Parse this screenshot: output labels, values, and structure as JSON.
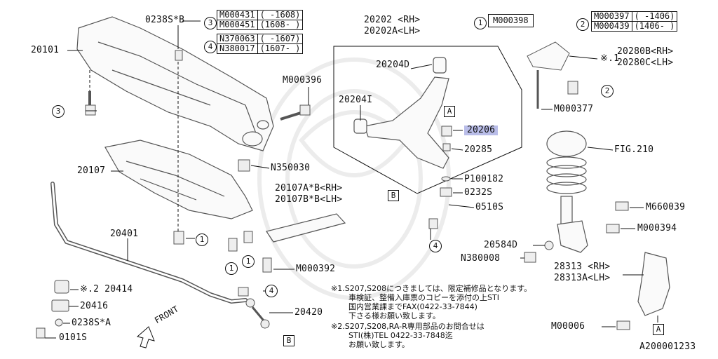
{
  "legend": {
    "n3": "3",
    "n4": "4",
    "n1": "1",
    "n2": "2",
    "t3": [
      [
        "M000431",
        "( -1608)"
      ],
      [
        "M000451",
        "(1608- )"
      ]
    ],
    "t4": [
      [
        "N370063",
        "( -1607)"
      ],
      [
        "N380017",
        "(1607- )"
      ]
    ],
    "t1": [
      "M000398"
    ],
    "t2": [
      [
        "M000397",
        "( -1406)"
      ],
      [
        "M000439",
        "(1406- )"
      ]
    ]
  },
  "labels": {
    "p20101": "20101",
    "p0238SB": "0238S*B",
    "pM000396": "M000396",
    "p20202RH": "20202 <RH>",
    "p20202LH": "20202A<LH>",
    "p20204D": "20204D",
    "p20204I": "20204I",
    "p20206": "20206",
    "p20285": "20285",
    "pP100182": "P100182",
    "p0232S": "0232S",
    "p0510S": "0510S",
    "p20280B": "20280B<RH>",
    "p20280C": "20280C<LH>",
    "note1": "※.1",
    "pM000377": "M000377",
    "pFIG210": "FIG.210",
    "pN350030": "N350030",
    "p20107": "20107",
    "p20107AB": "20107A*B<RH>",
    "p20107BB": "20107B*B<LH>",
    "pM660039": "M660039",
    "pM000394": "M000394",
    "p20584D": "20584D",
    "pN380008": "N380008",
    "p28313RH": "28313 <RH>",
    "p28313LH": "28313A<LH>",
    "p20401": "20401",
    "pM000392": "M000392",
    "p20414": "※.2 20414",
    "p20416": "20416",
    "p0238SA": "0238S*A",
    "p0101S": "0101S",
    "p20420": "20420",
    "pM00006": "M00006",
    "front": "FRONT",
    "docid": "A200001233",
    "refA": "A",
    "refB": "B"
  },
  "notes": {
    "l1": "※1.S207,S208につきましては、限定補修品となります。",
    "l2": "車検証、整備入庫票のコピーを添付の上STI",
    "l3": "国内営業課までFAX(0422-33-7844)",
    "l4": "下さる様お願い致します。",
    "l5": "※2.S207,S208,RA-R専用部品のお問合せは",
    "l6": "STI(株)TEL 0422-33-7848迄",
    "l7": "お願い致します。"
  },
  "colors": {
    "highlight": "#b9bde8",
    "line": "#111111",
    "art": "#555555"
  }
}
